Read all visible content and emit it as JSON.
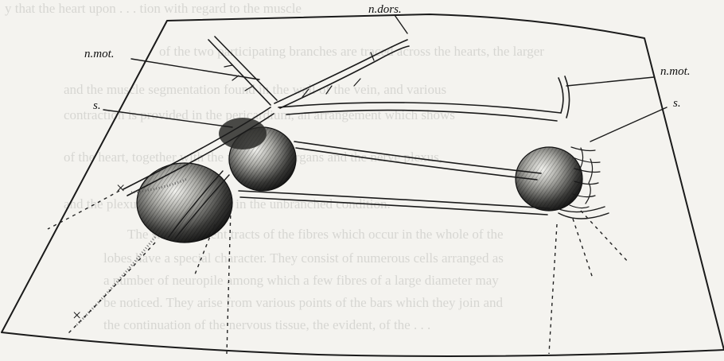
{
  "figure": {
    "labels": {
      "n_dors": "n.dors.",
      "n_mot_left": "n.mot.",
      "n_mot_right": "n.mot.",
      "s_left": "s.",
      "s_right": "s.",
      "cross_1": "×",
      "cross_2": "×"
    }
  },
  "background_text": [
    "y that the heart upon . . . tion with regard to the muscle",
    "of the two participating branches are traced across the hearts, the larger",
    "and the muscle segmentation found in the wall of the vein, and various",
    "contraction is provided in the pericardium, an arrangement which shows",
    "of the heart, together with the pericardial organs and the nerve plexus,",
    "and the plexus of muscle fibres in the unbranched condition.",
    "The short adjacent tracts of the fibres which occur in the whole of the",
    "lobes have a special character. They consist of numerous cells arranged as",
    "a number of neuropile among which a few fibres of a large diameter may",
    "be noticed. They arise from various points of the bars which they join and",
    "the continuation of the nervous tissue, the evident, of the . . ."
  ]
}
